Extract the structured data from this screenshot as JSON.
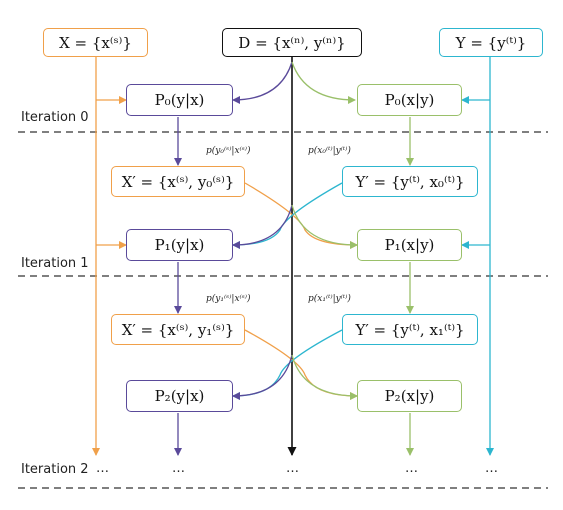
{
  "nodes": {
    "x_src": "X = {x⁽ˢ⁾}",
    "d_src": "D = {x⁽ⁿ⁾, y⁽ⁿ⁾}",
    "y_src": "Y = {y⁽ᵗ⁾}",
    "p0_yx": "P₀(y|x)",
    "p0_xy": "P₀(x|y)",
    "xp0": "X′ = {x⁽ˢ⁾, y₀⁽ˢ⁾}",
    "yp0": "Y′ = {y⁽ᵗ⁾, x₀⁽ᵗ⁾}",
    "p1_yx": "P₁(y|x)",
    "p1_xy": "P₁(x|y)",
    "xp1": "X′ = {x⁽ˢ⁾, y₁⁽ˢ⁾}",
    "yp1": "Y′ = {y⁽ᵗ⁾, x₁⁽ᵗ⁾}",
    "p2_yx": "P₂(y|x)",
    "p2_xy": "P₂(x|y)"
  },
  "iterations": [
    "Iteration 0",
    "Iteration 1",
    "Iteration 2"
  ],
  "prob_labels": {
    "left0": "p(y₀⁽ˢ⁾|x⁽ˢ⁾)",
    "right0": "p(x₀⁽ᵗ⁾|y⁽ᵗ⁾)",
    "left1": "p(y₁⁽ˢ⁾|x⁽ˢ⁾)",
    "right1": "p(x₁⁽ᵗ⁾|y⁽ᵗ⁾)"
  },
  "ellipsis": "…",
  "colors": {
    "orange": "#f0a04a",
    "black": "#111111",
    "cyan": "#2db6cf",
    "purple": "#5a4a9a",
    "green": "#9ac06a",
    "dashed": "#333333"
  }
}
